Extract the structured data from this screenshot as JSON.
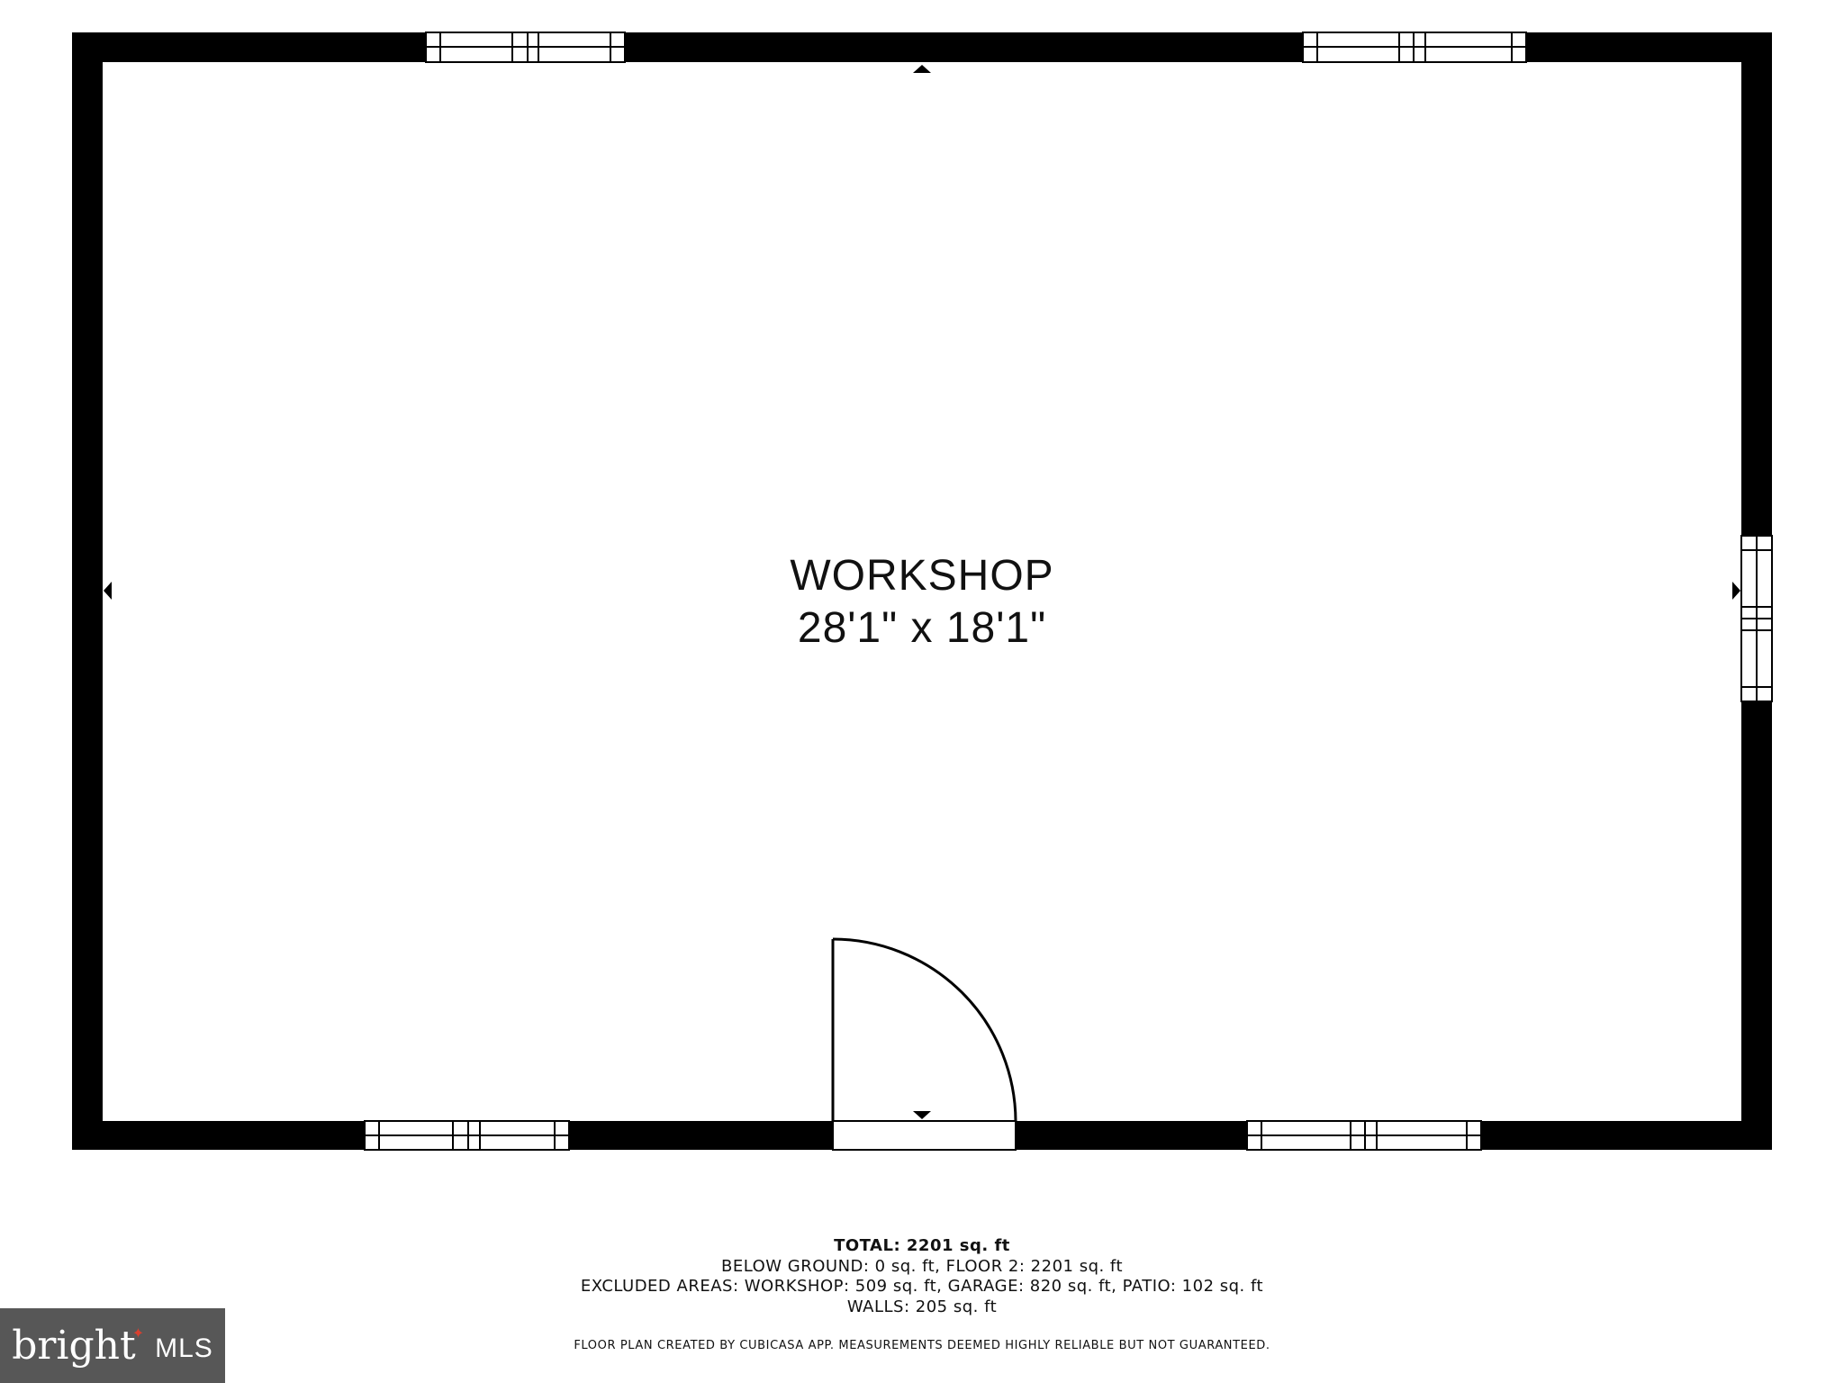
{
  "room": {
    "name": "WORKSHOP",
    "dimensions": "28'1\" x 18'1\""
  },
  "summary": {
    "total": "TOTAL: 2201 sq. ft",
    "below_ground": "BELOW GROUND: 0 sq. ft, FLOOR 2: 2201 sq. ft",
    "excluded": "EXCLUDED AREAS: WORKSHOP: 509 sq. ft, GARAGE: 820 sq. ft, PATIO: 102 sq. ft",
    "walls": "WALLS: 205 sq. ft"
  },
  "disclaimer": "FLOOR PLAN CREATED BY CUBICASA APP. MEASUREMENTS DEEMED HIGHLY RELIABLE BUT NOT GUARANTEED.",
  "logo": {
    "word": "bright",
    "mls": "MLS",
    "accent_color": "#d8402f",
    "background_color": "#575757"
  },
  "colors": {
    "wall": "#000000",
    "floor": "#ffffff"
  }
}
